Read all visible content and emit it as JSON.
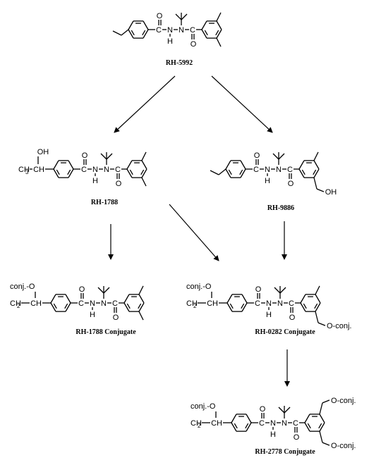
{
  "compounds": [
    {
      "id": "rh5992",
      "label": "RH-5992"
    },
    {
      "id": "rh1788",
      "label": "RH-1788"
    },
    {
      "id": "rh9886",
      "label": "RH-9886"
    },
    {
      "id": "rh1788c",
      "label": "RH-1788 Conjugate"
    },
    {
      "id": "rh0282c",
      "label": "RH-0282 Conjugate"
    },
    {
      "id": "rh2778c",
      "label": "RH-2778 Conjugate"
    }
  ],
  "atoms": {
    "c": "C",
    "n": "N",
    "o": "O",
    "h": "H",
    "oh": "OH",
    "ch": "CH",
    "ch3": "CH",
    "sub3": "3",
    "ch2": "CH",
    "sub2": "2",
    "conj_o": "conj.-O",
    "o_conj": "O-conj."
  },
  "arrows": [
    {
      "from": "RH-5992",
      "to": "RH-1788"
    },
    {
      "from": "RH-5992",
      "to": "RH-9886"
    },
    {
      "from": "RH-1788",
      "to": "RH-1788 Conjugate"
    },
    {
      "from": "RH-1788",
      "to": "RH-0282 Conjugate"
    },
    {
      "from": "RH-9886",
      "to": "RH-0282 Conjugate"
    },
    {
      "from": "RH-0282 Conjugate",
      "to": "RH-2778 Conjugate"
    }
  ]
}
